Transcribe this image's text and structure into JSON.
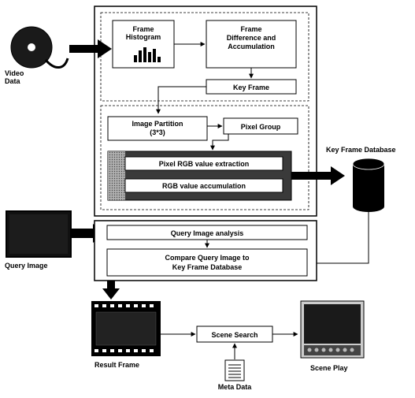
{
  "nodes": {
    "video_data": "Video Data",
    "frame_histogram": "Frame Histogram",
    "frame_difference": "Frame Difference and Accumulation",
    "key_frame": "Key Frame",
    "image_partition": "Image Partition (3*3)",
    "pixel_group": "Pixel Group",
    "pixel_rgb": "Pixel RGB value extraction",
    "rgb_accum": "RGB value accumulation",
    "key_frame_database": "Key Frame Database",
    "query_image": "Query Image",
    "query_analysis": "Query Image analysis",
    "compare_query": "Compare Query Image to Key Frame Database",
    "result_frame": "Result Frame",
    "scene_search": "Scene Search",
    "scene_play": "Scene Play",
    "meta_data": "Meta Data"
  },
  "icons": {
    "video_reel": "film-reel-icon",
    "histogram": "bar-histogram-icon",
    "database": "cylinder-database-icon",
    "query_thumbnail": "dark-image-thumbnail-icon",
    "film_strip": "film-strip-icon",
    "scene_screen": "video-player-screen-icon",
    "document": "document-icon"
  },
  "colors": {
    "line": "#000000",
    "panel": "#ffffff",
    "dark_band": "#3a3a3a",
    "query_image_fill": "#111111"
  }
}
